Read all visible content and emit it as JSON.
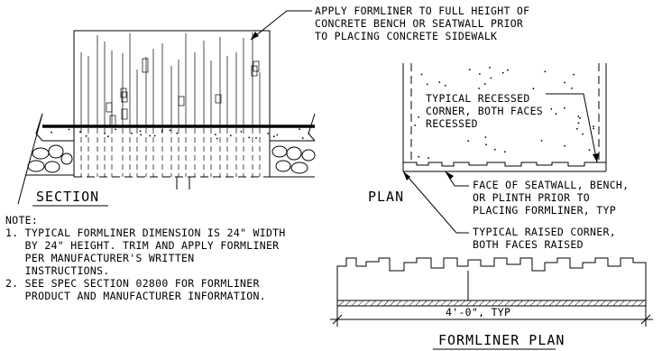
{
  "callouts": {
    "apply_formliner": [
      "APPLY FORMLINER TO FULL HEIGHT OF",
      "CONCRETE BENCH OR SEATWALL PRIOR",
      "TO PLACING CONCRETE SIDEWALK"
    ],
    "typical_recessed": [
      "TYPICAL RECESSED",
      "CORNER, BOTH FACES",
      "RECESSED"
    ],
    "face_of_seatwall": [
      "FACE OF SEATWALL, BENCH,",
      "OR PLINTH PRIOR TO",
      "PLACING FORMLINER, TYP"
    ],
    "typical_raised": [
      "TYPICAL RAISED CORNER,",
      "BOTH FACES RAISED"
    ]
  },
  "titles": {
    "section": "SECTION",
    "plan": "PLAN",
    "formliner_plan": "FORMLINER PLAN"
  },
  "dimension": "4'-0\", TYP",
  "notes": {
    "heading": "NOTE:",
    "lines": [
      "1. TYPICAL FORMLINER DIMENSION IS 24\" WIDTH",
      "   BY 24\" HEIGHT. TRIM AND APPLY FORMLINER",
      "   PER MANUFACTURER'S WRITTEN",
      "   INSTRUCTIONS.",
      "2. SEE SPEC SECTION 02800 FOR FORMLINER",
      "   PRODUCT AND MANUFACTURER INFORMATION."
    ]
  }
}
